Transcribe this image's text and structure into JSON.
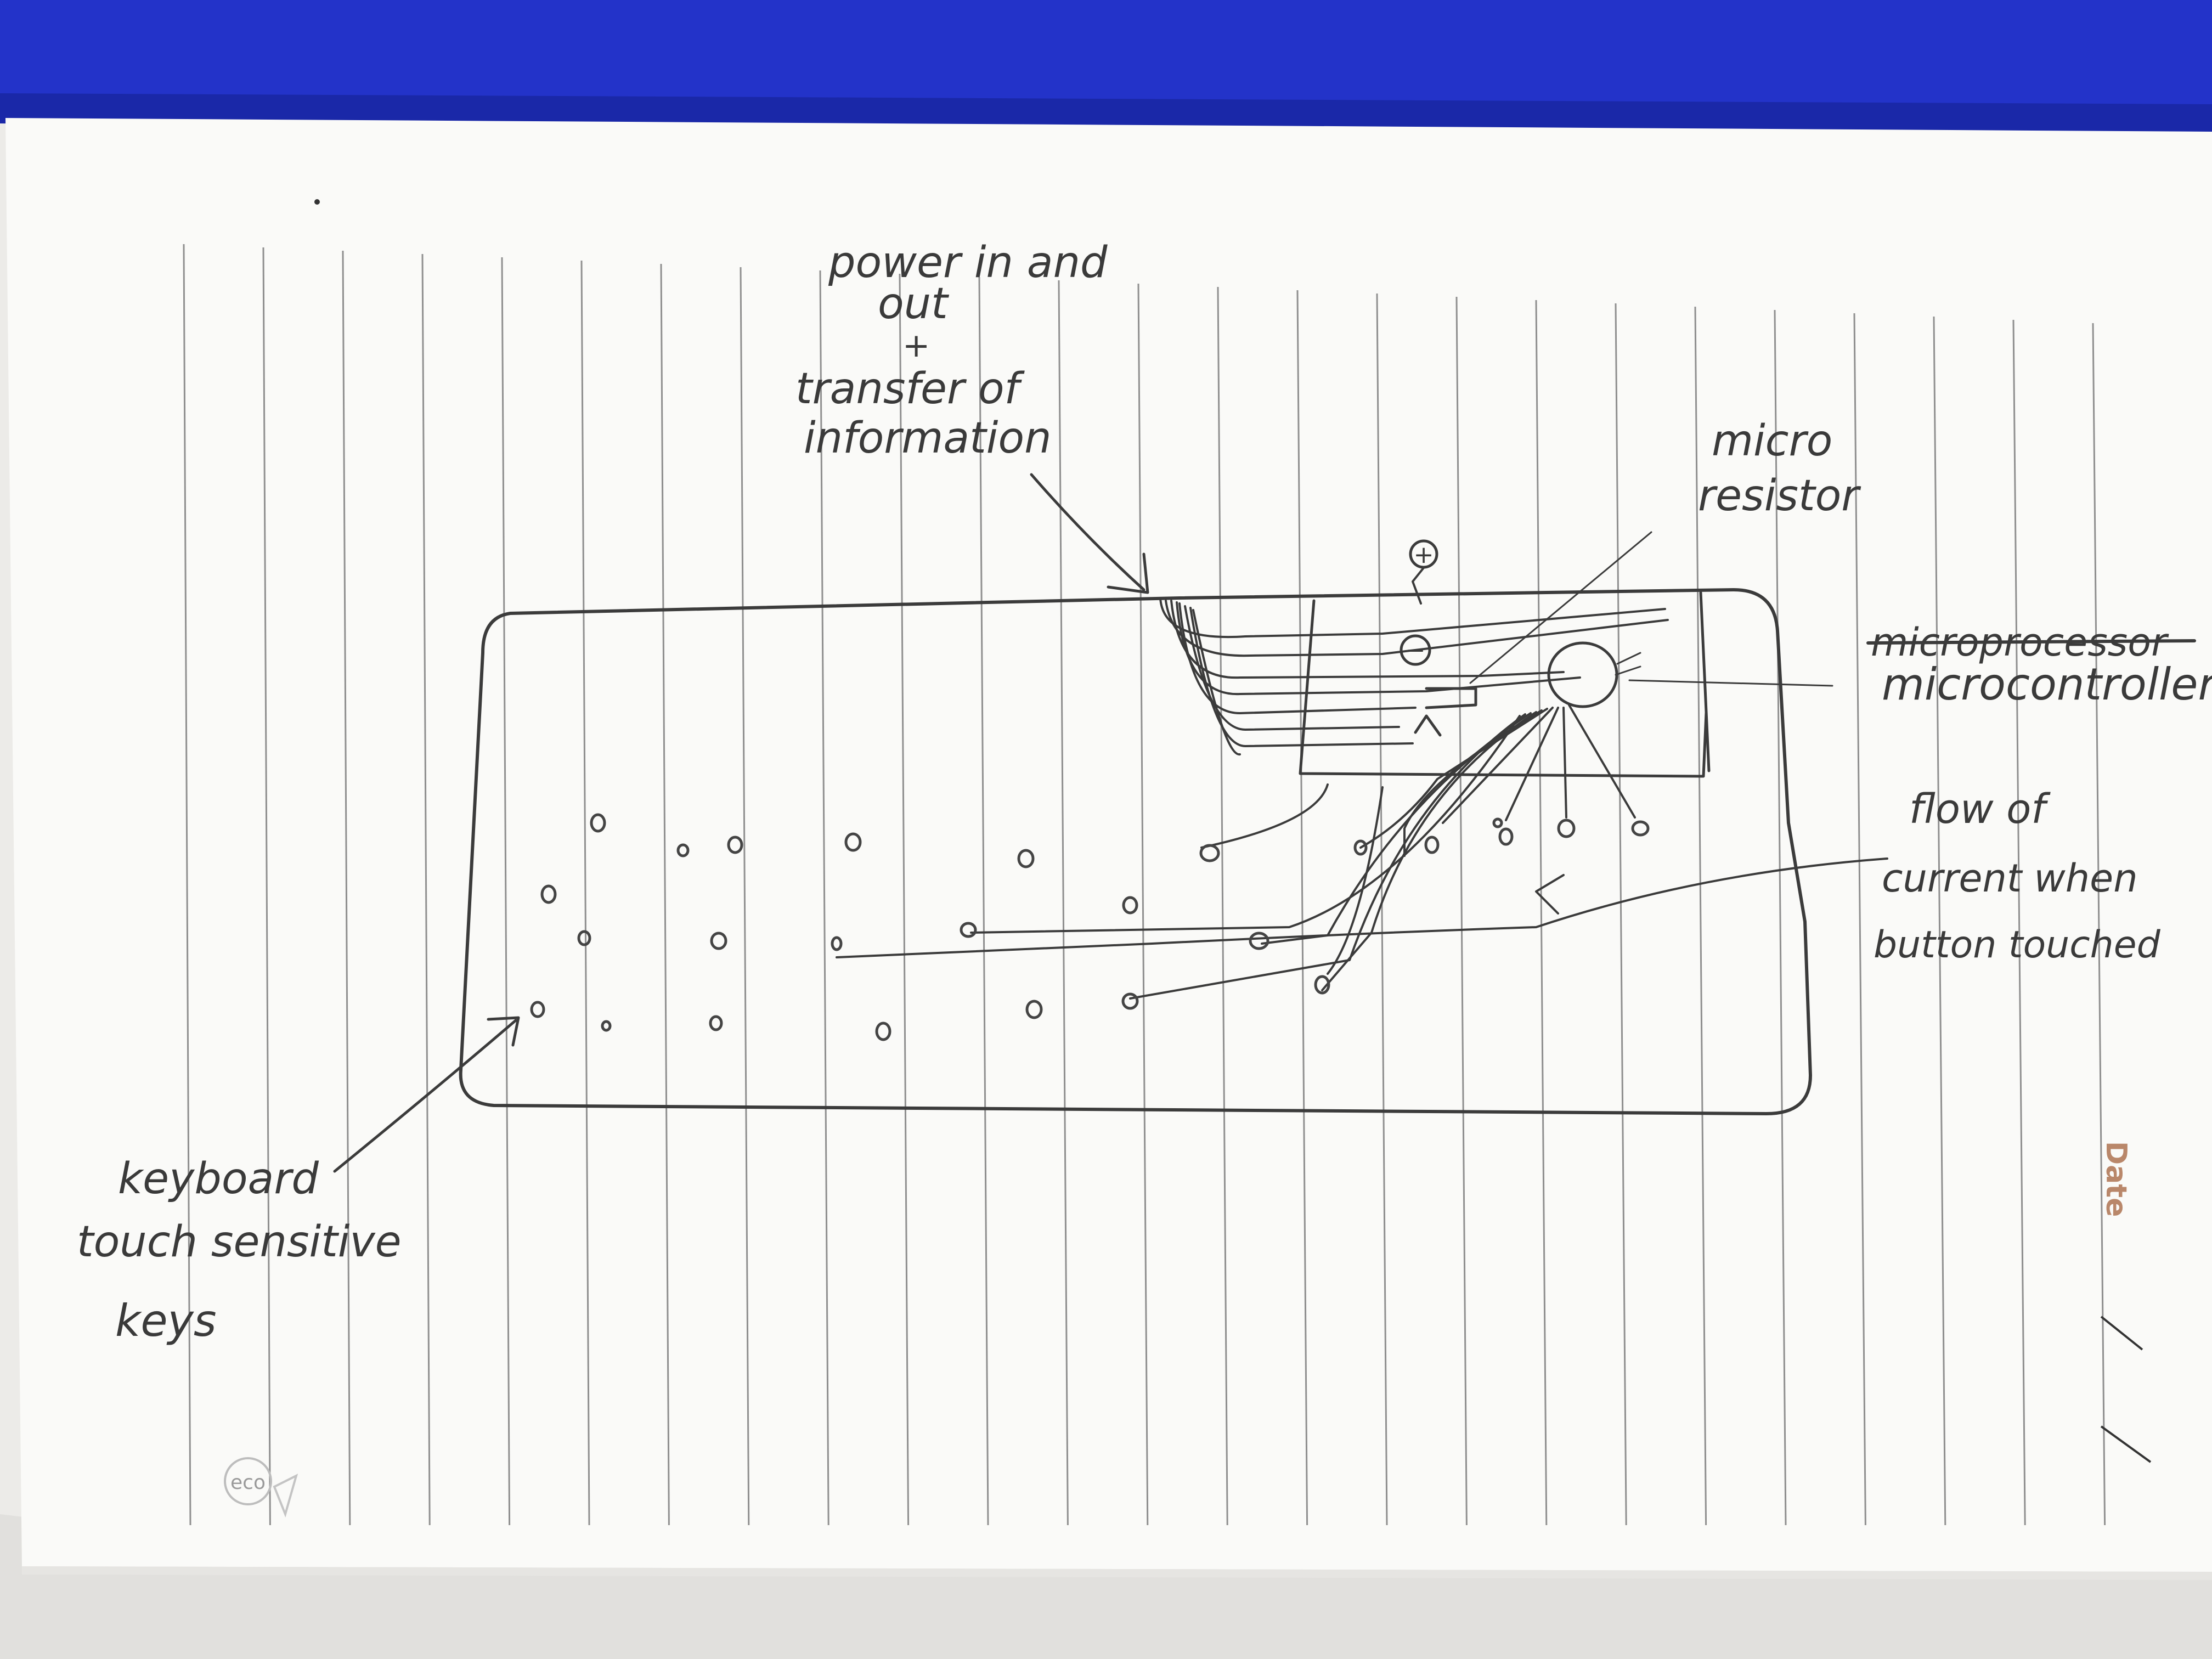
{
  "labels": {
    "power": [
      "power in and",
      "out",
      "+",
      "transfer of",
      "information"
    ],
    "micro_resistor": [
      "micro",
      "resistor"
    ],
    "microprocessor_struck": "microprocessor",
    "microcontroller": "microcontroller",
    "flow": [
      "flow of",
      "current when",
      "button touched"
    ],
    "keyboard": [
      "keyboard",
      "touch sensitive",
      "keys"
    ],
    "plus_symbol": "+",
    "minus_symbol": "−"
  },
  "page_print": {
    "date_label": "Date",
    "eco_logo": "eco"
  },
  "colors": {
    "ink": "#3b3b3b",
    "paper": "#fafaf8",
    "binder": "#2333c9",
    "date_print": "#b9876a",
    "ruled_line": "#8f8f8f",
    "background": "#ecebe8"
  },
  "diagram": {
    "components": [
      "keyboard outline",
      "wire bundle",
      "power terminals",
      "micro resistors",
      "microcontroller",
      "key contacts"
    ],
    "key_count": 32
  }
}
